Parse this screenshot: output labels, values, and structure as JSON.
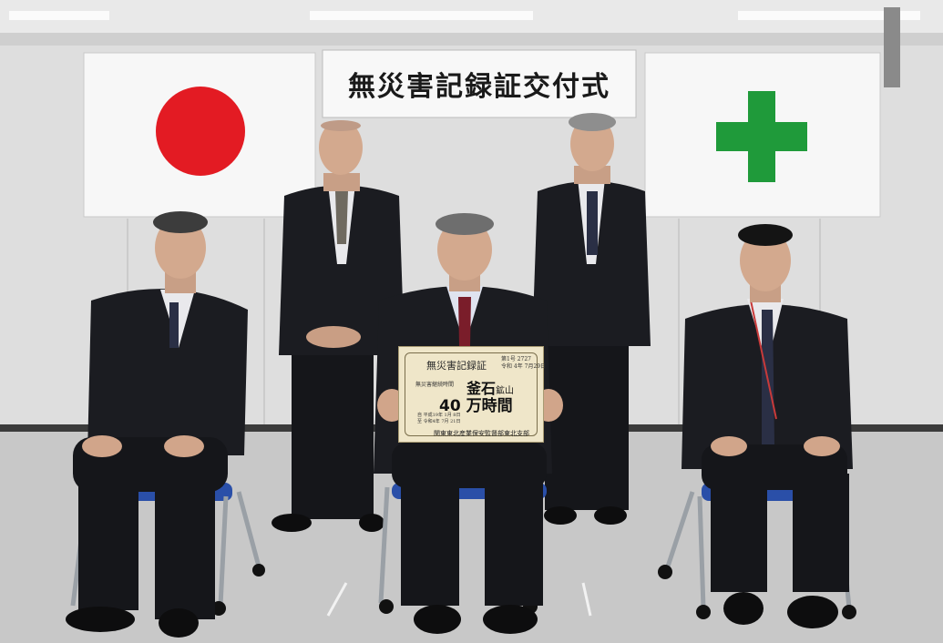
{
  "banner": {
    "text": "無災害記録証交付式"
  },
  "certificate": {
    "title": "無災害記録証",
    "number_line1": "第1号 2727",
    "number_line2": "令和 4年 7月29日",
    "label": "無災害継続時間",
    "site": "釜石",
    "site_suffix": "鉱山",
    "hours": "40 万時間",
    "date_from": "自 平成19年 1月 8日",
    "date_to": "至 令和4年 7月 21日",
    "issuer": "関東東北産業保安監督部東北支部"
  },
  "colors": {
    "wall": "#dcdcdc",
    "floor": "#c9c9c9",
    "hinomaru_red": "#e31b23",
    "safety_cross_green": "#1f9a3a",
    "chair_seat_blue": "#2a4fa8",
    "suit": "#16171b"
  },
  "icons": {
    "japan_flag": "hinomaru-flag",
    "safety_flag": "green-cross-safety-flag"
  }
}
